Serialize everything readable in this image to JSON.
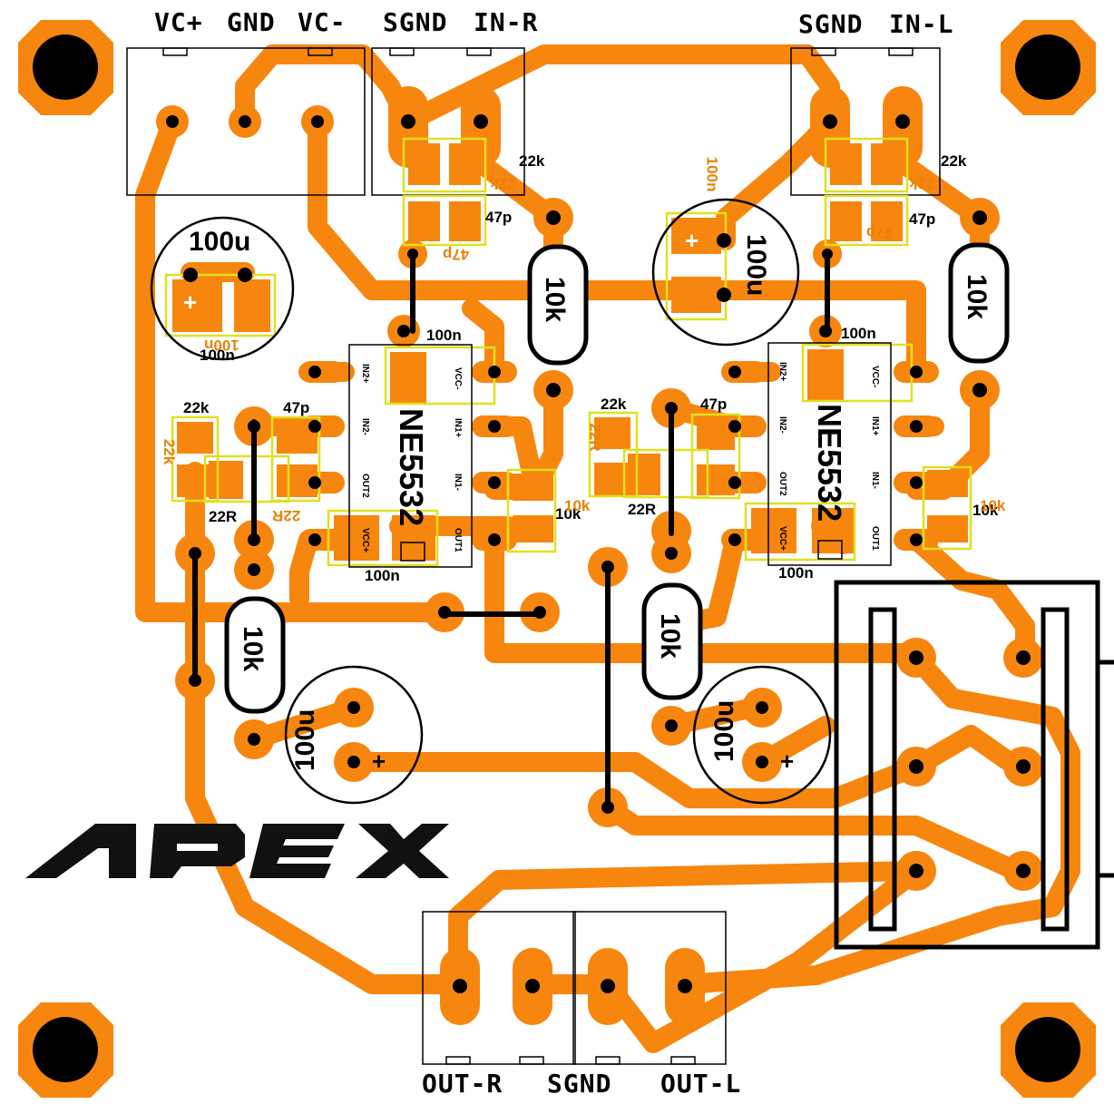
{
  "connectors": {
    "power": [
      "VC+",
      "GND",
      "VC-"
    ],
    "input_right": [
      "SGND",
      "IN-R"
    ],
    "input_left": [
      "SGND",
      "IN-L"
    ],
    "output": [
      "OUT-R",
      "SGND",
      "OUT-L"
    ]
  },
  "ics": [
    {
      "part": "NE5532",
      "pins_left": [
        "IN2+",
        "IN2-",
        "OUT2",
        "VCC+"
      ],
      "pins_right": [
        "VCC-",
        "IN1+",
        "IN1-",
        "OUT1"
      ]
    },
    {
      "part": "NE5532",
      "pins_left": [
        "IN2+",
        "IN2-",
        "OUT2",
        "VCC+"
      ],
      "pins_right": [
        "VCC-",
        "IN1+",
        "IN1-",
        "OUT1"
      ]
    }
  ],
  "values": {
    "r22k": "22k",
    "c47p": "47p",
    "c100n": "100n",
    "r10k": "10k",
    "r22r": "22R",
    "c100u": "100u",
    "plus": "+"
  },
  "mirrored_values": {
    "r22k": "22k",
    "c47p": "47p",
    "c100n": "100n",
    "r10k": "10k",
    "r22r": "22R"
  },
  "logo": "APEX",
  "colors": {
    "copper": "#f7860e",
    "silk_outline": "#000000",
    "pad_marker": "#e0e020",
    "background": "#ffffff"
  }
}
